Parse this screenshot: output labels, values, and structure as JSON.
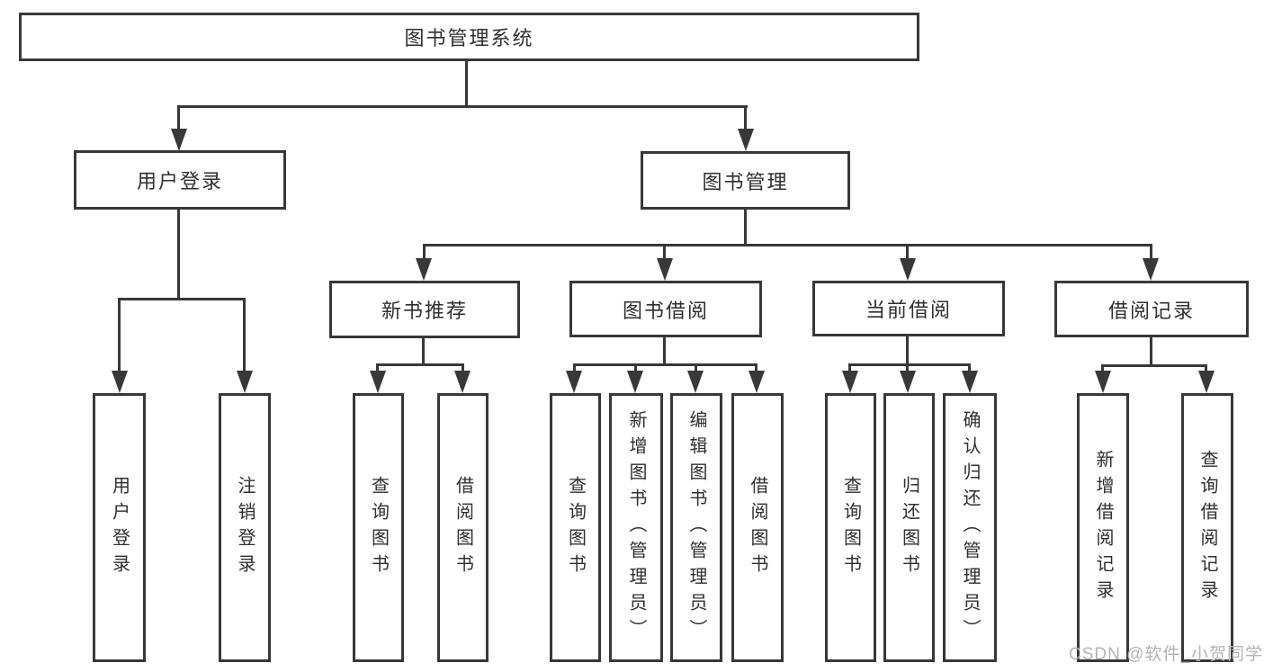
{
  "diagram": {
    "type": "hierarchy-tree",
    "background_color": "#ffffff",
    "line_color": "#383838",
    "text_color": "#2f2f2f",
    "watermark_color": "#b3b3b3",
    "nodes": {
      "root": "图书管理系统",
      "user_login": "用户登录",
      "book_management": "图书管理",
      "new_book_recommend": "新书推荐",
      "book_borrowing": "图书借阅",
      "current_borrowing": "当前借阅",
      "borrowing_records": "借阅记录"
    },
    "leaves": [
      {
        "label": "用户登录",
        "parent": "用户登录"
      },
      {
        "label": "注销登录",
        "parent": "用户登录"
      },
      {
        "label": "查询图书",
        "parent": "新书推荐"
      },
      {
        "label": "借阅图书",
        "parent": "新书推荐"
      },
      {
        "label": "查询图书",
        "parent": "图书借阅"
      },
      {
        "label": "新增图书（管理员）",
        "parent": "图书借阅"
      },
      {
        "label": "编辑图书（管理员）",
        "parent": "图书借阅"
      },
      {
        "label": "借阅图书",
        "parent": "图书借阅"
      },
      {
        "label": "查询图书",
        "parent": "当前借阅"
      },
      {
        "label": "归还图书",
        "parent": "当前借阅"
      },
      {
        "label": "确认归还（管理员）",
        "parent": "当前借阅"
      },
      {
        "label": "新增借阅记录",
        "parent": "借阅记录"
      },
      {
        "label": "查询借阅记录",
        "parent": "借阅记录"
      }
    ],
    "watermark": "CSDN @软件_小贺同学"
  }
}
